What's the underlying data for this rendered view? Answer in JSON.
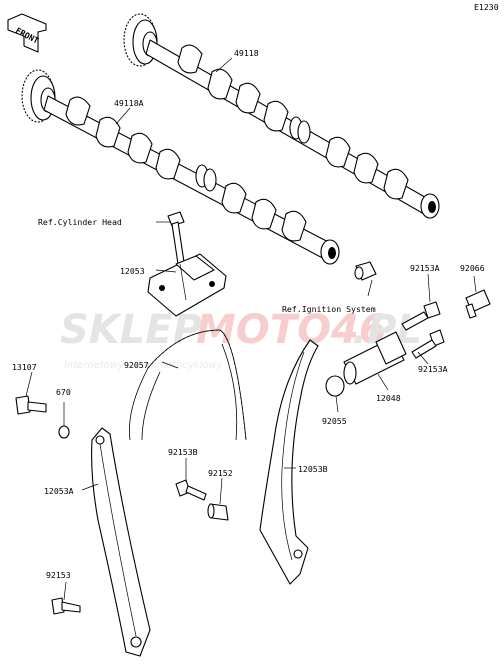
{
  "diagram_code": "E1230",
  "front_label": "FRONT",
  "watermark": {
    "brand_part1": "SKLEP",
    "brand_part2": "MOTO46",
    "brand_part3": ".PL",
    "tagline": "internetowy sklep motocyklowy"
  },
  "labels": {
    "p49118": "49118",
    "p49118A": "49118A",
    "ref_cylinder_head": "Ref.Cylinder Head",
    "ref_ignition_system": "Ref.Ignition System",
    "p12053": "12053",
    "p92057": "92057",
    "p13107": "13107",
    "p670": "670",
    "p12053A": "12053A",
    "p92153B": "92153B",
    "p92152": "92152",
    "p12053B": "12053B",
    "p92153": "92153",
    "p92153A_1": "92153A",
    "p92066": "92066",
    "p92153A_2": "92153A",
    "p12048": "12048",
    "p92055": "92055"
  }
}
